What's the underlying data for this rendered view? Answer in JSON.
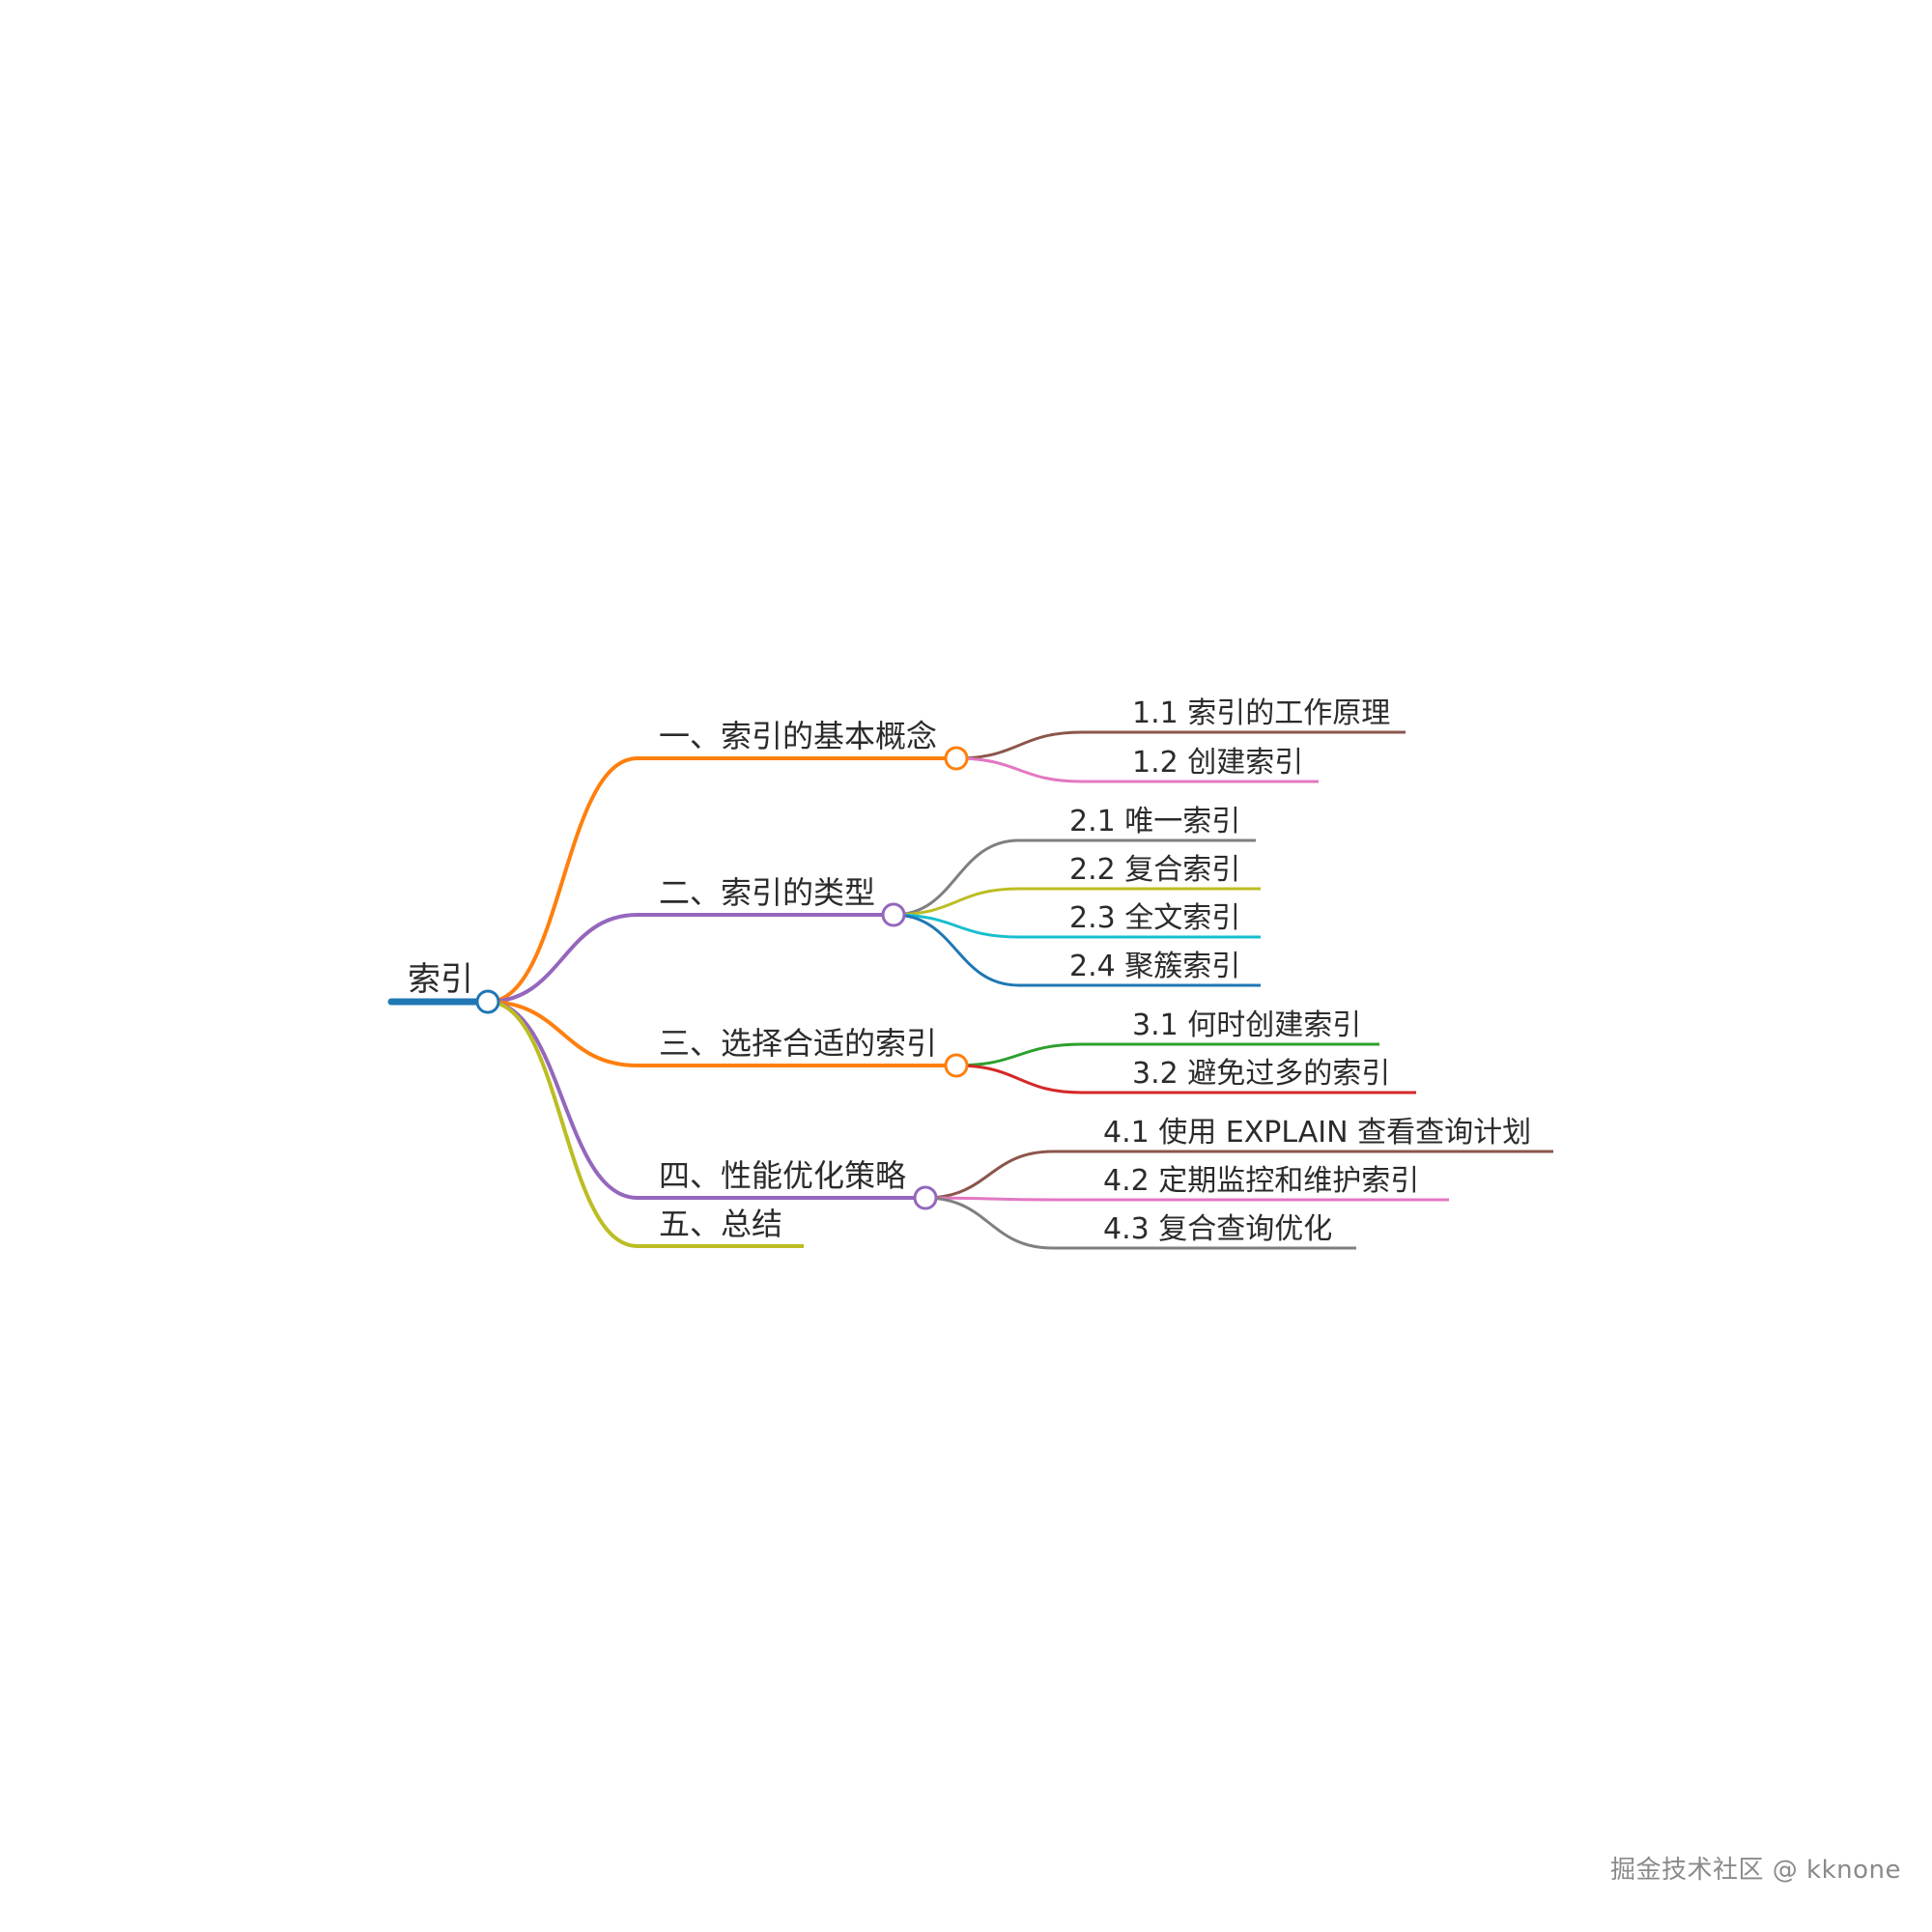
{
  "root": {
    "label": "索引",
    "color": "#1f77b4"
  },
  "branches": [
    {
      "label": "一、索引的基本概念",
      "color": "#ff7f0e",
      "children": [
        {
          "label": "1.1 索引的工作原理",
          "color": "#8c564b"
        },
        {
          "label": "1.2 创建索引",
          "color": "#e377c2"
        }
      ]
    },
    {
      "label": "二、索引的类型",
      "color": "#9467bd",
      "children": [
        {
          "label": "2.1 唯一索引",
          "color": "#7f7f7f"
        },
        {
          "label": "2.2 复合索引",
          "color": "#bcbd22"
        },
        {
          "label": "2.3 全文索引",
          "color": "#17becf"
        },
        {
          "label": "2.4 聚簇索引",
          "color": "#1f77b4"
        }
      ]
    },
    {
      "label": "三、选择合适的索引",
      "color": "#ff7f0e",
      "children": [
        {
          "label": "3.1 何时创建索引",
          "color": "#2ca02c"
        },
        {
          "label": "3.2 避免过多的索引",
          "color": "#d62728"
        }
      ]
    },
    {
      "label": "四、性能优化策略",
      "color": "#9467bd",
      "children": [
        {
          "label": "4.1 使用 EXPLAIN 查看查询计划",
          "color": "#8c564b"
        },
        {
          "label": "4.2 定期监控和维护索引",
          "color": "#e377c2"
        },
        {
          "label": "4.3 复合查询优化",
          "color": "#7f7f7f"
        }
      ]
    },
    {
      "label": "五、总结",
      "color": "#bcbd22",
      "children": []
    }
  ],
  "watermark": "掘金技术社区 @ kknone"
}
